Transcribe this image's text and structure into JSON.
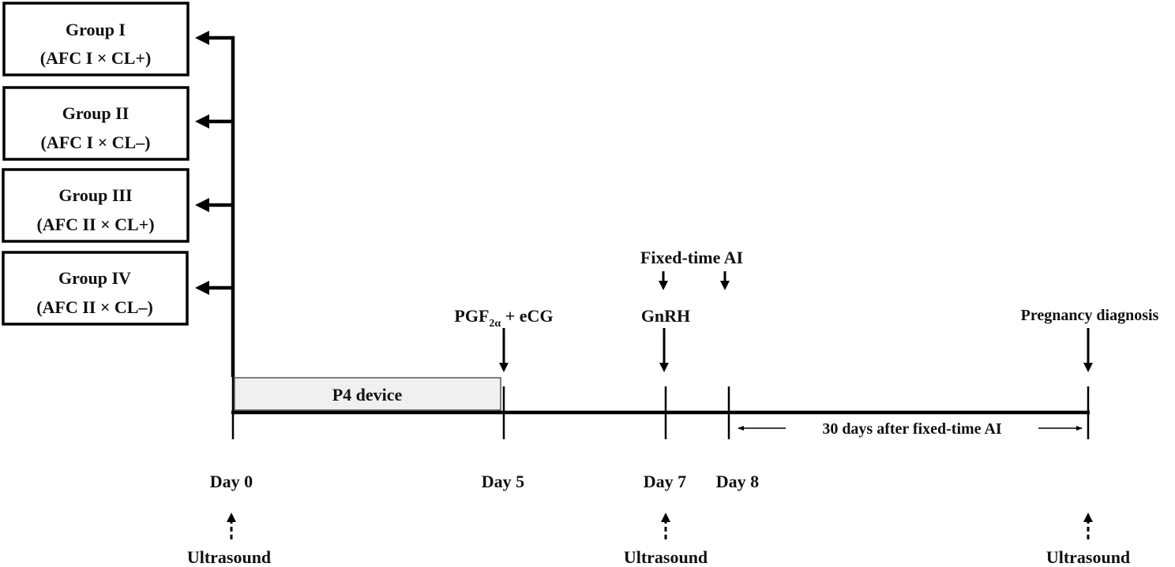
{
  "groups": [
    {
      "title": "Group I",
      "subtitle": "(AFC I × CL+)"
    },
    {
      "title": "Group II",
      "subtitle": "(AFC I × CL–)"
    },
    {
      "title": "Group III",
      "subtitle": "(AFC II × CL+)"
    },
    {
      "title": "Group IV",
      "subtitle": "(AFC II × CL–)"
    }
  ],
  "device_label": "P4 device",
  "events": {
    "pgf_main": "PGF",
    "pgf_sub": "2α",
    "pgf_rest": " + eCG",
    "gnrh": "GnRH",
    "fixed_time_ai": "Fixed-time AI",
    "pregnancy": "Pregnancy diagnosis",
    "interval": "30 days after fixed-time AI"
  },
  "days": [
    "Day 0",
    "Day 5",
    "Day 7",
    "Day 8"
  ],
  "ultrasound": [
    "Ultrasound",
    "Ultrasound",
    "Ultrasound"
  ],
  "colors": {
    "line": "#000000",
    "device_fill": "#f0f0f0"
  }
}
